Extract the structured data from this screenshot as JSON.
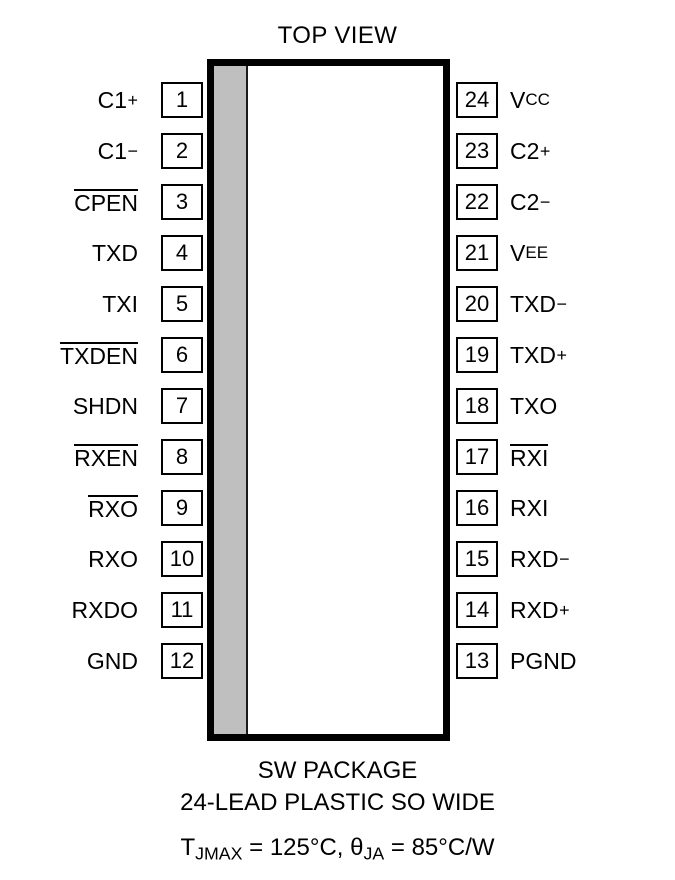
{
  "diagram": {
    "title": "TOP VIEW",
    "package_name": "SW PACKAGE",
    "lead_description": "24-LEAD PLASTIC SO WIDE",
    "thermal": {
      "tjmax_symbol": "T",
      "tjmax_sub": "JMAX",
      "tjmax_value": " = 125°C, ",
      "theta_symbol": "θ",
      "theta_sub": "JA",
      "theta_value": " = 85°C/W",
      "full_text": "TJMAX = 125°C, θJA = 85°C/W"
    },
    "body_fill": "#ffffff",
    "body_border": "#000000",
    "notch_fill": "#bfbfbf",
    "pin_count": 24,
    "left_pins": [
      {
        "number": "1",
        "label": "C1",
        "overbar": false,
        "sup": "+",
        "sub": ""
      },
      {
        "number": "2",
        "label": "C1",
        "overbar": false,
        "sup": "−",
        "sub": ""
      },
      {
        "number": "3",
        "label": "CPEN",
        "overbar": true,
        "sup": "",
        "sub": ""
      },
      {
        "number": "4",
        "label": "TXD",
        "overbar": false,
        "sup": "",
        "sub": ""
      },
      {
        "number": "5",
        "label": "TXI",
        "overbar": false,
        "sup": "",
        "sub": ""
      },
      {
        "number": "6",
        "label": "TXDEN",
        "overbar": true,
        "sup": "",
        "sub": ""
      },
      {
        "number": "7",
        "label": "SHDN",
        "overbar": false,
        "sup": "",
        "sub": ""
      },
      {
        "number": "8",
        "label": "RXEN",
        "overbar": true,
        "sup": "",
        "sub": ""
      },
      {
        "number": "9",
        "label": "RXO",
        "overbar": true,
        "sup": "",
        "sub": ""
      },
      {
        "number": "10",
        "label": "RXO",
        "overbar": false,
        "sup": "",
        "sub": ""
      },
      {
        "number": "11",
        "label": "RXDO",
        "overbar": false,
        "sup": "",
        "sub": ""
      },
      {
        "number": "12",
        "label": "GND",
        "overbar": false,
        "sup": "",
        "sub": ""
      }
    ],
    "right_pins": [
      {
        "number": "24",
        "label": "V",
        "overbar": false,
        "sup": "",
        "sub": "CC"
      },
      {
        "number": "23",
        "label": "C2",
        "overbar": false,
        "sup": "+",
        "sub": ""
      },
      {
        "number": "22",
        "label": "C2",
        "overbar": false,
        "sup": "−",
        "sub": ""
      },
      {
        "number": "21",
        "label": "V",
        "overbar": false,
        "sup": "",
        "sub": "EE"
      },
      {
        "number": "20",
        "label": "TXD",
        "overbar": false,
        "sup": "−",
        "sub": ""
      },
      {
        "number": "19",
        "label": "TXD",
        "overbar": false,
        "sup": "+",
        "sub": ""
      },
      {
        "number": "18",
        "label": "TXO",
        "overbar": false,
        "sup": "",
        "sub": ""
      },
      {
        "number": "17",
        "label": "RXI",
        "overbar": true,
        "sup": "",
        "sub": ""
      },
      {
        "number": "16",
        "label": "RXI",
        "overbar": false,
        "sup": "",
        "sub": ""
      },
      {
        "number": "15",
        "label": "RXD",
        "overbar": false,
        "sup": "−",
        "sub": ""
      },
      {
        "number": "14",
        "label": "RXD",
        "overbar": false,
        "sup": "+",
        "sub": ""
      },
      {
        "number": "13",
        "label": "PGND",
        "overbar": false,
        "sup": "",
        "sub": ""
      }
    ]
  }
}
